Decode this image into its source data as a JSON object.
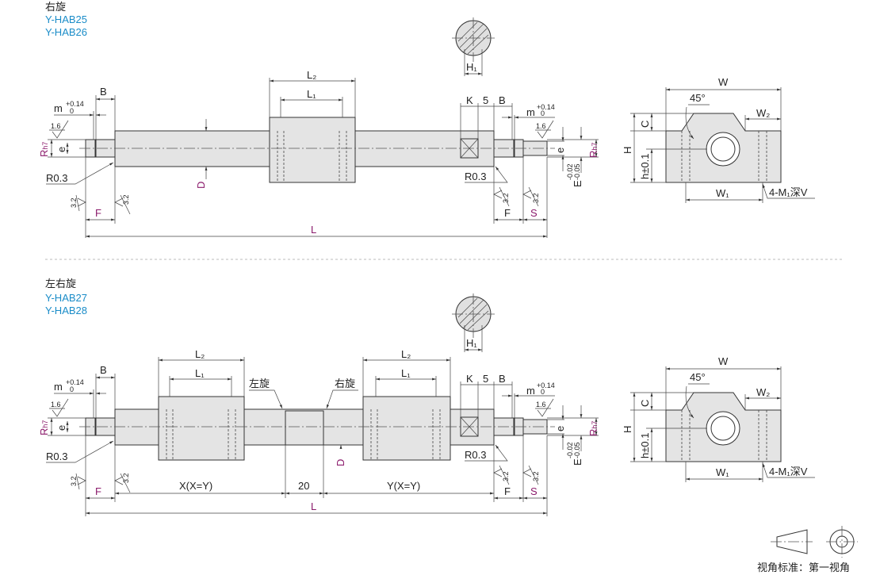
{
  "top": {
    "rotation": "右旋",
    "models": [
      "Y-HAB25",
      "Y-HAB26"
    ]
  },
  "bottom": {
    "rotation": "左右旋",
    "models": [
      "Y-HAB27",
      "Y-HAB28"
    ],
    "left_thread": "左旋",
    "right_thread": "右旋",
    "x_dim": "X(X=Y)",
    "gap_dim": "20",
    "y_dim": "Y(X=Y)"
  },
  "dims": {
    "L2": "L₂",
    "L1": "L₁",
    "B": "B",
    "m": "m",
    "tol_plus": "+0.14",
    "tol_zero": "0",
    "rough_fine": "1.6",
    "rough": "3.2",
    "R": "R",
    "h7": "h7",
    "e": "e",
    "R03": "R0.3",
    "D": "D",
    "F": "F",
    "L": "L",
    "K": "K",
    "five": "5",
    "S": "S",
    "E": "E",
    "E_tol_upper": "-0.02",
    "E_tol_lower": "-0.05",
    "H1": "H₁",
    "W": "W",
    "W2": "W₂",
    "angle": "45°",
    "C": "C",
    "H": "H",
    "h": "h±0.1",
    "W1": "W₁",
    "tap": "4-M₁深V"
  },
  "footer": {
    "projection": "视角标准：第一视角"
  },
  "colors": {
    "model": "#1a8cc8",
    "dimension_highlight": "#8b1a6b"
  }
}
